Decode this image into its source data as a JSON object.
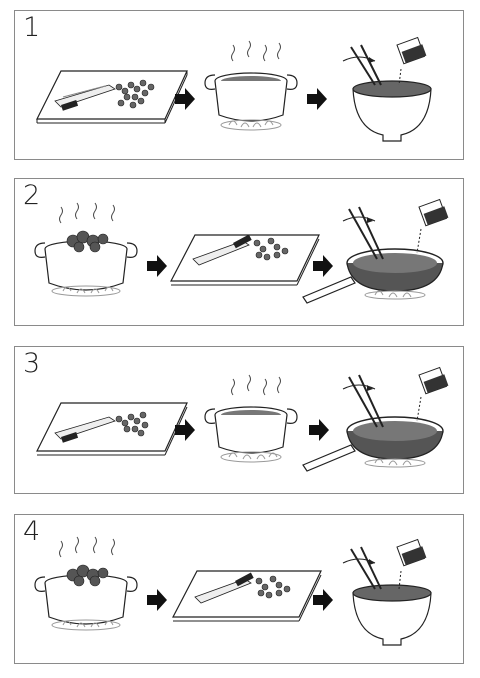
{
  "steps": [
    {
      "number": "1",
      "sequence": [
        "cutting-board",
        "pot",
        "bowl"
      ]
    },
    {
      "number": "2",
      "sequence": [
        "pot-with-food",
        "cutting-board",
        "pan"
      ]
    },
    {
      "number": "3",
      "sequence": [
        "cutting-board",
        "pot",
        "pan"
      ]
    },
    {
      "number": "4",
      "sequence": [
        "pot-with-food",
        "cutting-board",
        "bowl"
      ]
    }
  ],
  "colors": {
    "ink": "#222222",
    "line": "#8a8a8a",
    "fill": "#ffffff",
    "dark": "#333333"
  }
}
